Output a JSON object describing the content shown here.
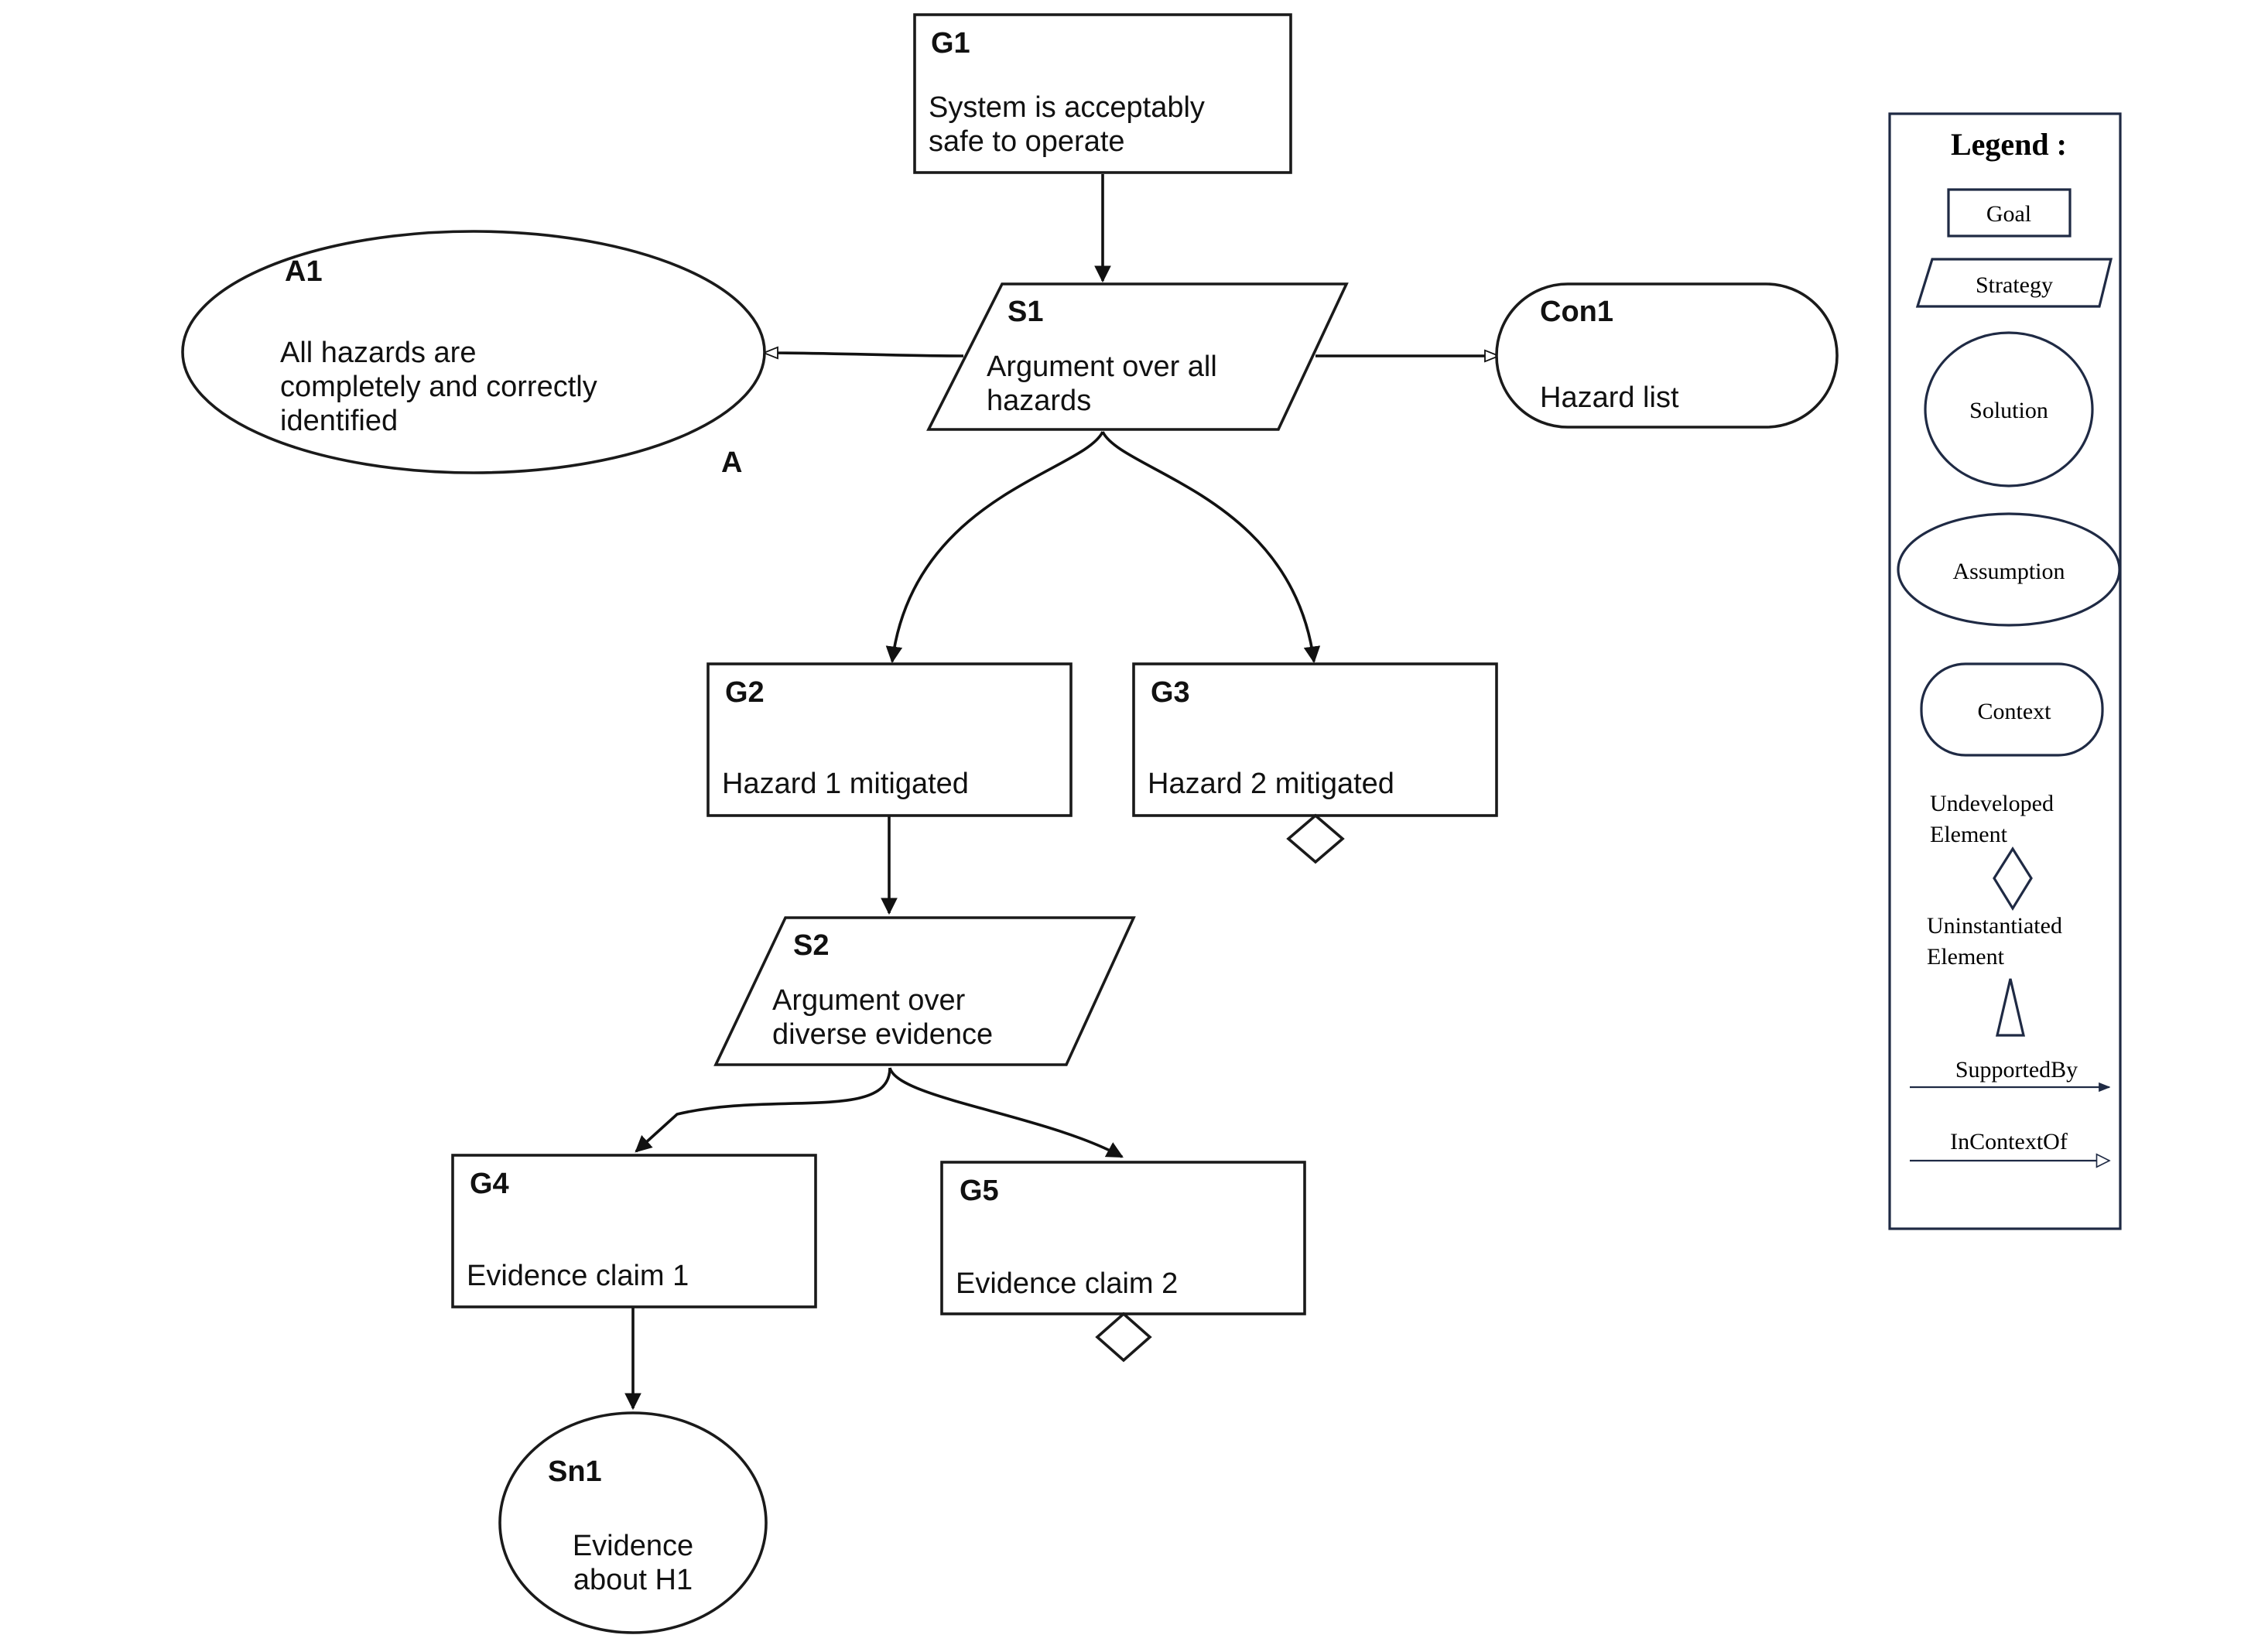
{
  "nodes": {
    "g1": {
      "id": "G1",
      "lines": [
        "System is acceptably",
        "safe to operate"
      ]
    },
    "s1": {
      "id": "S1",
      "lines": [
        "Argument over all",
        "hazards"
      ]
    },
    "a1": {
      "id": "A1",
      "lines": [
        "All hazards are",
        "completely and correctly",
        "identified"
      ],
      "marker": "A"
    },
    "con1": {
      "id": "Con1",
      "lines": [
        "Hazard list"
      ]
    },
    "g2": {
      "id": "G2",
      "lines": [
        "Hazard 1 mitigated"
      ]
    },
    "g3": {
      "id": "G3",
      "lines": [
        "Hazard 2 mitigated"
      ]
    },
    "s2": {
      "id": "S2",
      "lines": [
        "Argument over",
        "diverse evidence"
      ]
    },
    "g4": {
      "id": "G4",
      "lines": [
        "Evidence claim 1"
      ]
    },
    "g5": {
      "id": "G5",
      "lines": [
        "Evidence claim 2"
      ]
    },
    "sn1": {
      "id": "Sn1",
      "lines": [
        "Evidence",
        "about H1"
      ]
    }
  },
  "legend": {
    "title": "Legend :",
    "goal": "Goal",
    "strategy": "Strategy",
    "solution": "Solution",
    "assumption": "Assumption",
    "context": "Context",
    "undeveloped": [
      "Undeveloped",
      "Element"
    ],
    "uninstantiated": [
      "Uninstantiated",
      "Element"
    ],
    "supported_by": "SupportedBy",
    "in_context_of": "InContextOf"
  }
}
